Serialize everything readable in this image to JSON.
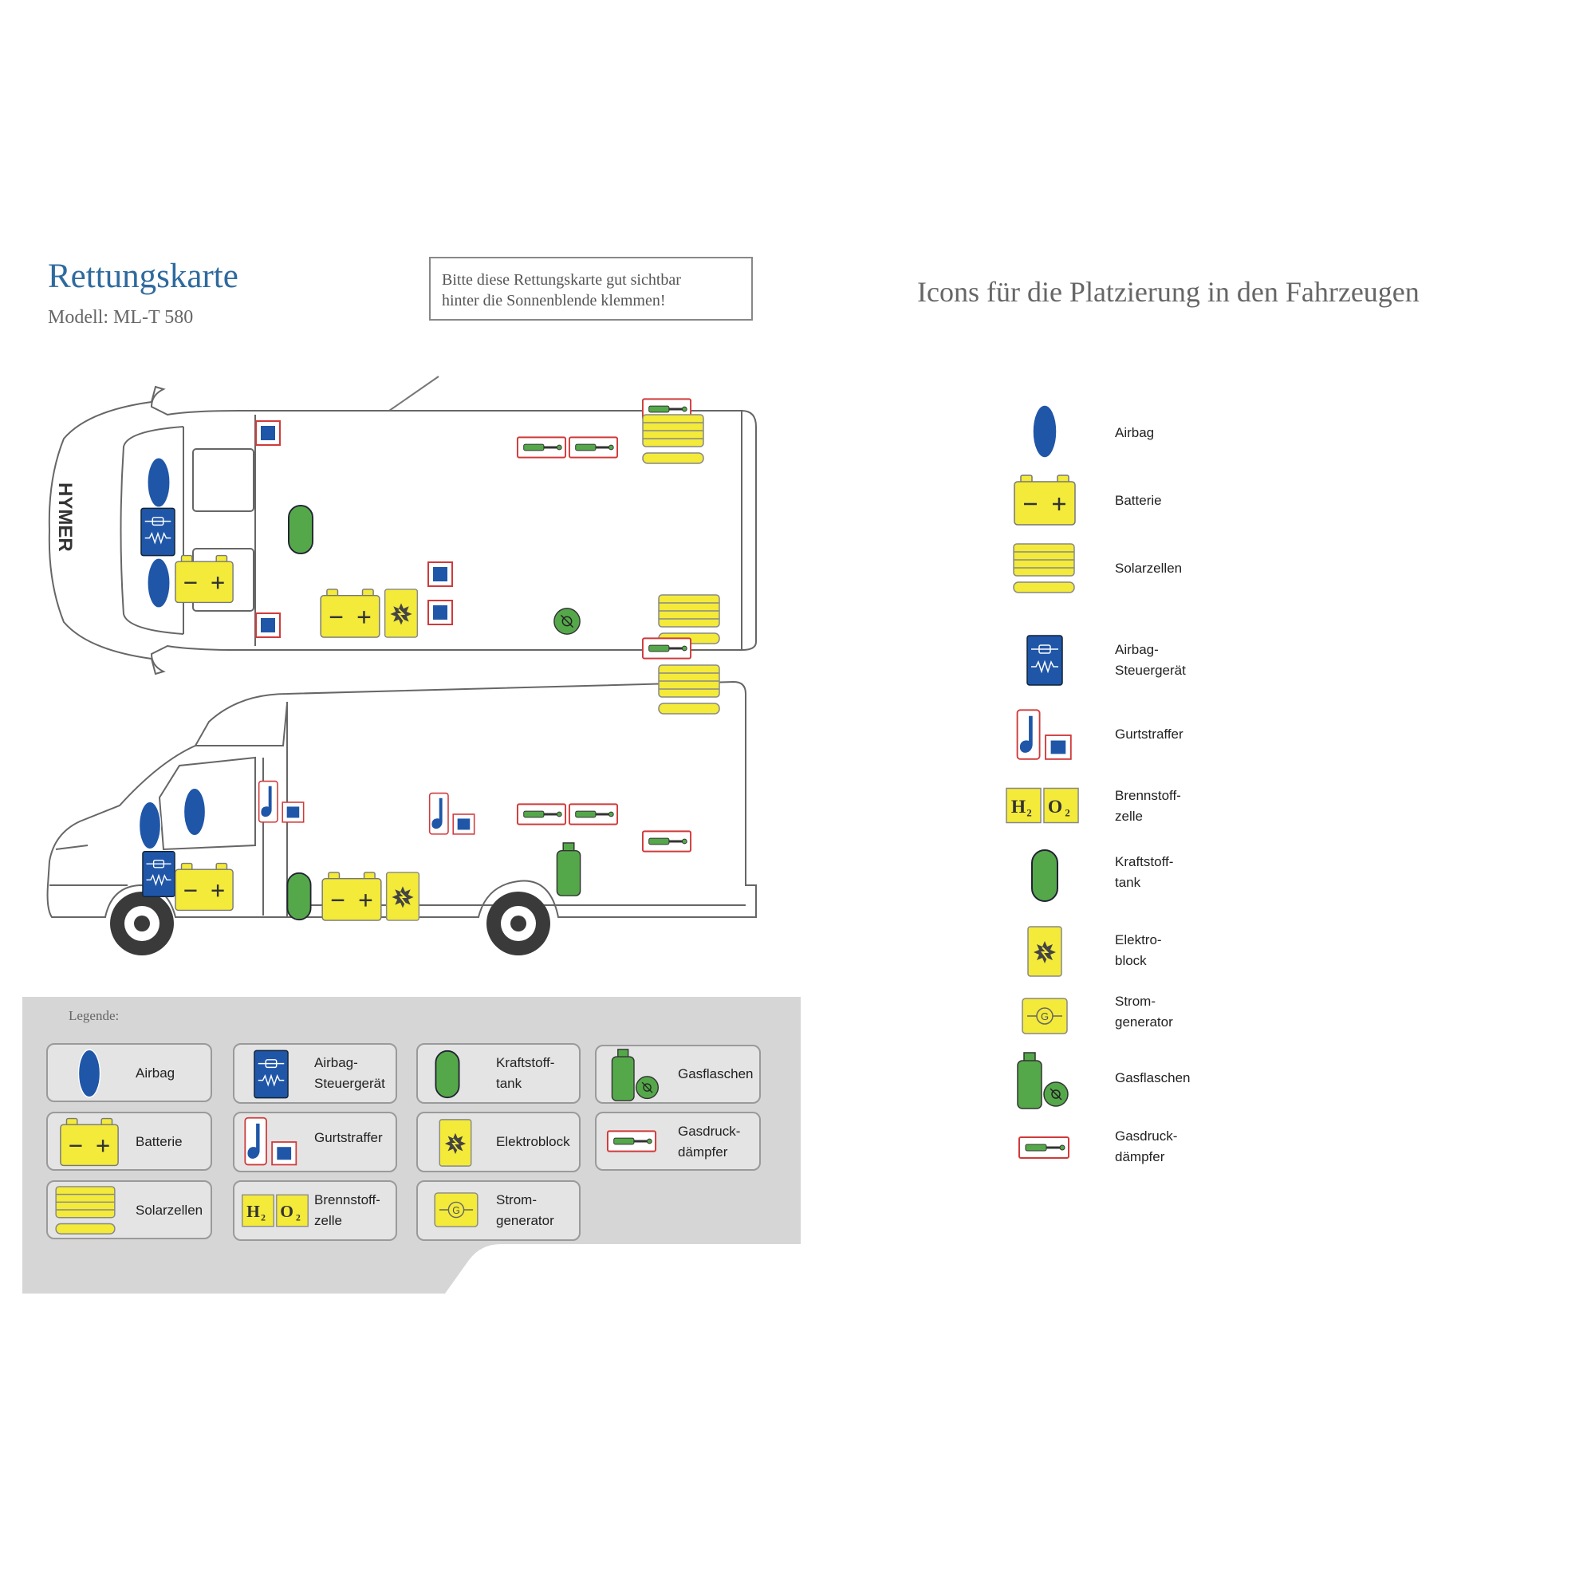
{
  "header": {
    "title": "Rettungskarte",
    "model": "Modell: ML-T 580",
    "note_line1": "Bitte diese Rettungskarte gut sichtbar",
    "note_line2": "hinter die Sonnenblende klemmen!"
  },
  "vehicle": {
    "brand": "HYMER"
  },
  "legend": {
    "label": "Legende:",
    "items": {
      "airbag": [
        "Airbag"
      ],
      "batterie": [
        "Batterie"
      ],
      "solarzellen": [
        "Solarzellen"
      ],
      "airbag_steuer": [
        "Airbag-",
        "Steuergerät"
      ],
      "gurtstraffer": [
        "Gurtstraffer"
      ],
      "brennstoff": [
        "Brennstoff-",
        "zelle"
      ],
      "kraftstoff": [
        "Kraftstoff-",
        "tank"
      ],
      "elektroblock": [
        "Elektroblock"
      ],
      "stromgenerator": [
        "Strom-",
        "generator"
      ],
      "gasflaschen": [
        "Gasflaschen"
      ],
      "gasdruck": [
        "Gasdruck-",
        "dämpfer"
      ]
    }
  },
  "icons_panel": {
    "title": "Icons für die Platzierung in den Fahrzeugen",
    "items": {
      "airbag": [
        "Airbag"
      ],
      "batterie": [
        "Batterie"
      ],
      "solarzellen": [
        "Solarzellen"
      ],
      "airbag_steuer": [
        "Airbag-",
        "Steuergerät"
      ],
      "gurtstraffer": [
        "Gurtstraffer"
      ],
      "brennstoff": [
        "Brennstoff-",
        "zelle"
      ],
      "kraftstoff": [
        "Kraftstoff-",
        "tank"
      ],
      "elektroblock": [
        "Elektro-",
        "block"
      ],
      "stromgenerator": [
        "Strom-",
        "generator"
      ],
      "gasflaschen": [
        "Gasflaschen"
      ],
      "gasdruck": [
        "Gasdruck-",
        "dämpfer"
      ]
    }
  },
  "colors": {
    "airbag_blue": "#1f56a8",
    "battery_yellow": "#f3ea3a",
    "green": "#55a84a",
    "red_border": "#d03a3a",
    "legend_gray": "#d6d6d6",
    "title_blue": "#2e6a9e"
  }
}
